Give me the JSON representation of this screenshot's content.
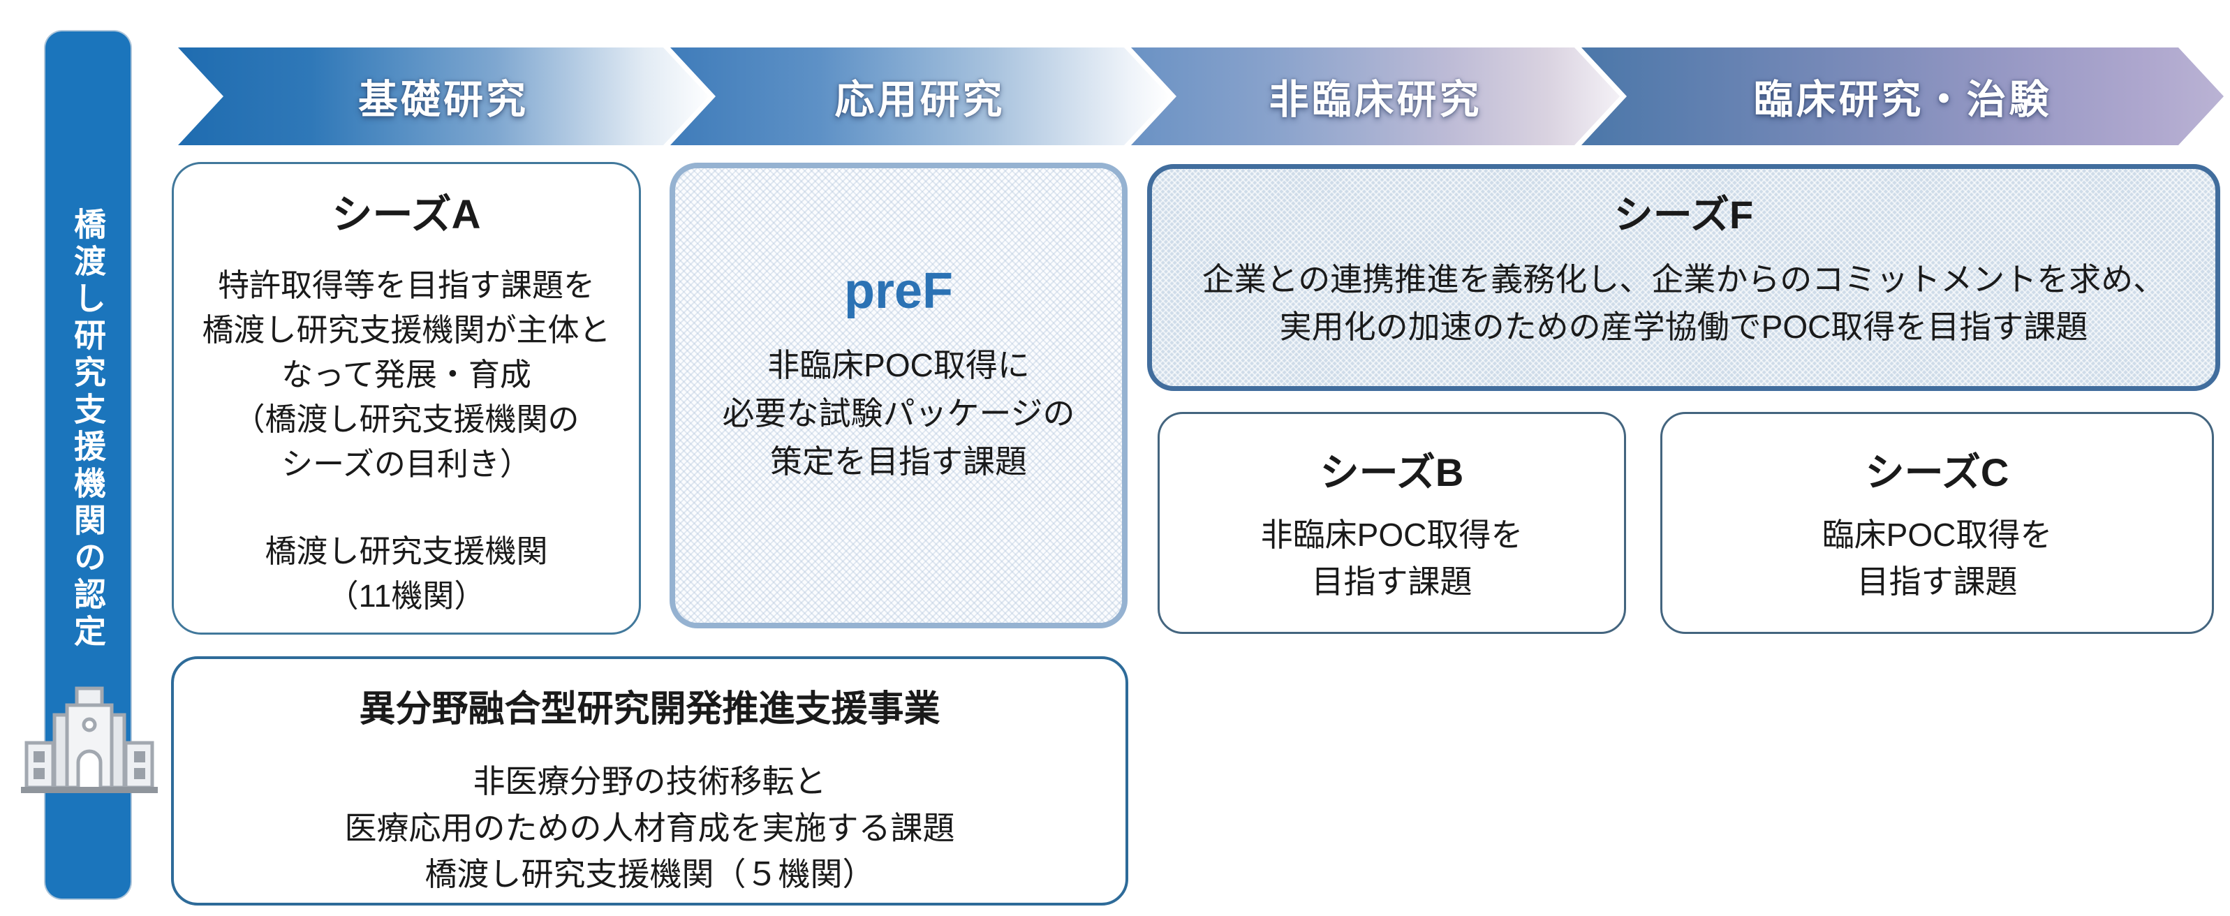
{
  "colors": {
    "sidebar_blue": "#1b75bc",
    "pref_title_blue": "#2b72b4",
    "seeds_a_border": "#41789b",
    "pref_border": "#95b2d1",
    "seeds_f_border": "#416d9d",
    "seeds_bc_border": "#44657f",
    "fusion_border": "#2e6b99",
    "stage_text": "#ffffff"
  },
  "sidebar": {
    "label": "橋渡し研究支援機関の認定",
    "icon": "building-icon"
  },
  "stages": [
    {
      "label": "基礎研究"
    },
    {
      "label": "応用研究"
    },
    {
      "label": "非臨床研究"
    },
    {
      "label": "臨床研究・治験"
    }
  ],
  "boxes": {
    "seeds_a": {
      "title": "シーズA",
      "description": "特許取得等を目指す課題を\n橋渡し研究支援機関が主体と\nなって発展・育成\n（橋渡し研究支援機関の\nシーズの目利き）",
      "note": "橋渡し研究支援機関\n（11機関）"
    },
    "pref": {
      "title": "preF",
      "description": "非臨床POC取得に\n必要な試験パッケージの\n策定を目指す課題"
    },
    "seeds_f": {
      "title": "シーズF",
      "description": "企業との連携推進を義務化し、企業からのコミットメントを求め、\n実用化の加速のための産学協働でPOC取得を目指す課題"
    },
    "seeds_b": {
      "title": "シーズB",
      "description": "非臨床POC取得を\n目指す課題"
    },
    "seeds_c": {
      "title": "シーズC",
      "description": "臨床POC取得を\n目指す課題"
    },
    "fusion": {
      "title": "異分野融合型研究開発推進支援事業",
      "description": "非医療分野の技術移転と\n医療応用のための人材育成を実施する課題\n橋渡し研究支援機関（５機関）"
    }
  }
}
